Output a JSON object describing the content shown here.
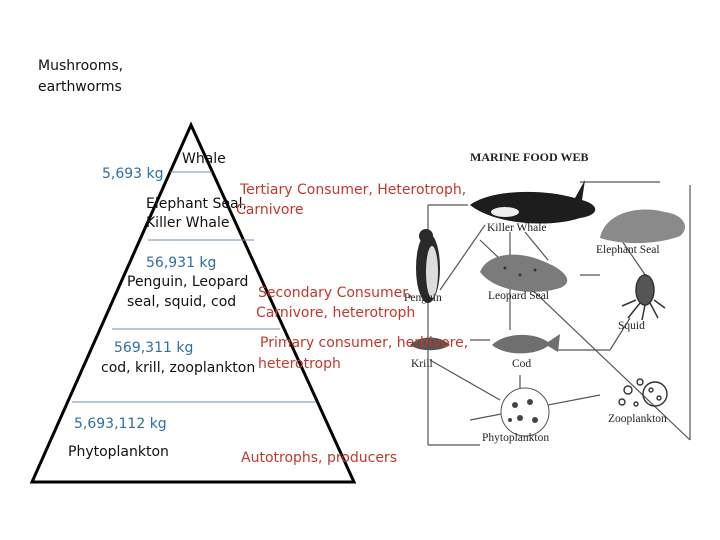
{
  "top_note": {
    "line1": "Mushrooms,",
    "line2": "earthworms"
  },
  "pyramid": {
    "levels": [
      {
        "mass": "5,693 kg",
        "organisms": [
          "Whale"
        ]
      },
      {
        "mass": "",
        "organisms": [
          "Elephant Seal,",
          "Killer Whale"
        ]
      },
      {
        "mass": "56,931 kg",
        "organisms": [
          "Penguin, Leopard",
          "seal, squid, cod"
        ]
      },
      {
        "mass": "569,311 kg",
        "organisms": [
          "cod, krill, zooplankton"
        ]
      },
      {
        "mass": "5,693,112 kg",
        "organisms": [
          "Phytoplankton"
        ]
      }
    ],
    "roles": [
      {
        "line1": "Tertiary Consumer, Heterotroph,",
        "line2": "Carnivore"
      },
      {
        "line1": "Secondary Consumer,",
        "line2": "Carnivore, heterotroph"
      },
      {
        "line1": "Primary consumer, herbivore,",
        "line2": "heterotroph"
      },
      {
        "line1": "Autotrophs, producers",
        "line2": ""
      }
    ]
  },
  "food_web": {
    "title": "MARINE FOOD WEB",
    "labels": {
      "killer_whale": "Killer Whale",
      "elephant_seal": "Elephant Seal",
      "penguin": "Penguin",
      "leopard_seal": "Leopard Seal",
      "squid": "Squid",
      "krill": "Krill",
      "cod": "Cod",
      "zooplankton": "Zooplankton",
      "phytoplankton": "Phytoplankton"
    }
  },
  "colors": {
    "mass_text": "#2e6fa0",
    "role_text": "#c0392b",
    "line": "#000000",
    "divider": "#6d8fb0"
  }
}
